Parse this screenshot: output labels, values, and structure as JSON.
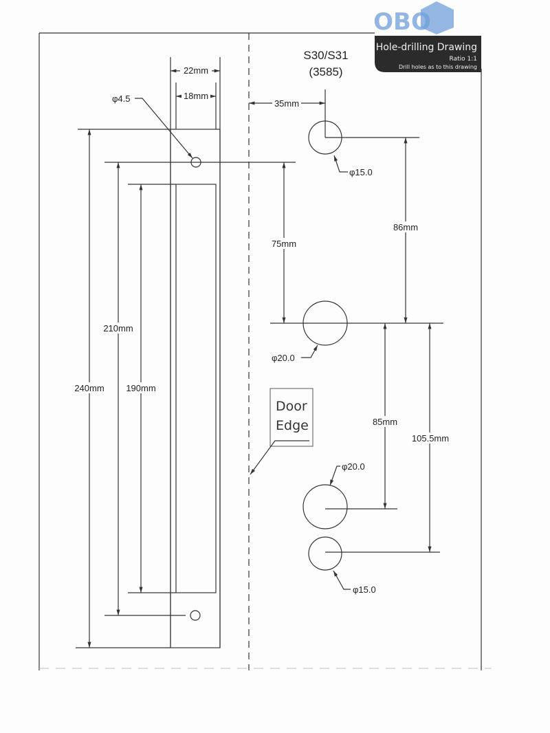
{
  "badge": {
    "brand": "OBO",
    "title": "Hole-drilling Drawing",
    "ratio": "Ratio 1:1",
    "note": "Drill holes as to this drawing",
    "brand_color": "#6f9fd8",
    "badge_color": "#2b2b2b"
  },
  "model": {
    "name": "S30/S31",
    "code": "(3585)"
  },
  "strip": {
    "width_outer": "22mm",
    "width_inner": "18mm",
    "hole": "φ4.5",
    "len_240": "240mm",
    "len_210": "210mm",
    "len_190": "190mm"
  },
  "holes": {
    "offset": "35mm",
    "h1": "φ15.0",
    "h2": "φ20.0",
    "h3": "φ20.0",
    "h4": "φ15.0",
    "d86": "86mm",
    "d75": "75mm",
    "d85": "85mm",
    "d105": "105.5mm"
  },
  "door_edge": {
    "line1": "Door",
    "line2": "Edge"
  }
}
